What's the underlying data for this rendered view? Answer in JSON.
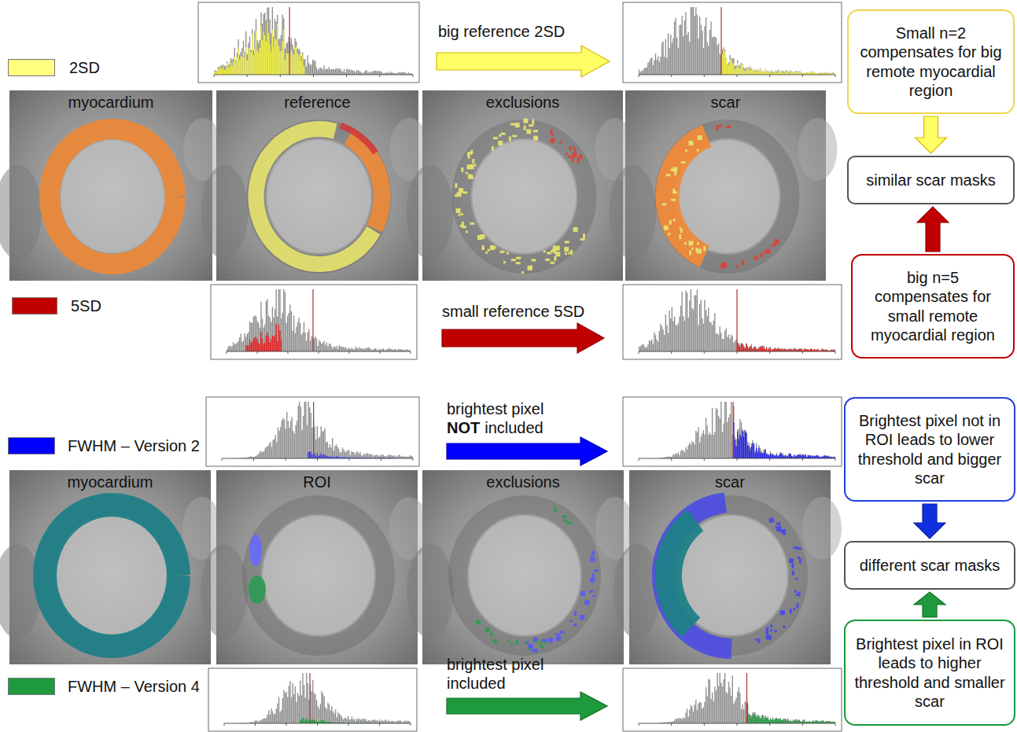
{
  "diagram": {
    "nodes": [
      {
        "text": [
          "Small n=2 compensates for big remote myocardial region"
        ]
      },
      {
        "text": [
          "similar scar masks"
        ]
      },
      {
        "text": [
          "big n=5 compensates for small remote myocardial region"
        ]
      },
      {
        "text": [
          "Brightest pixel not in ROI leads to lower threshold and bigger scar"
        ]
      },
      {
        "text": [
          "different scar masks"
        ]
      },
      {
        "text": [
          "Brightest pixel in ROI leads to higher threshold and smaller scar"
        ]
      }
    ],
    "edges": [
      {
        "from": 0,
        "to": 1,
        "arrow": "to"
      },
      {
        "from": 2,
        "to": 1,
        "arrow": "to"
      },
      {
        "from": 3,
        "to": 4,
        "arrow": "to"
      },
      {
        "from": 5,
        "to": 4,
        "arrow": "to"
      }
    ],
    "labels": [
      "myocardium",
      "reference",
      "exclusions",
      "scar",
      "big reference 2SD",
      "small reference 5SD",
      "myocardium",
      "ROI",
      "exclusions",
      "scar",
      "brightest pixel",
      "NOT",
      "included",
      "brightest pixel included"
    ],
    "legend": [
      {
        "text": "2SD",
        "color": "#ffff80"
      },
      {
        "text": "5SD",
        "color": "#c00000"
      },
      {
        "text": "FWHM – Version 2",
        "color": "#0000ff"
      },
      {
        "text": "FWHM – Version 4",
        "color": "#1e9a3c"
      }
    ]
  }
}
